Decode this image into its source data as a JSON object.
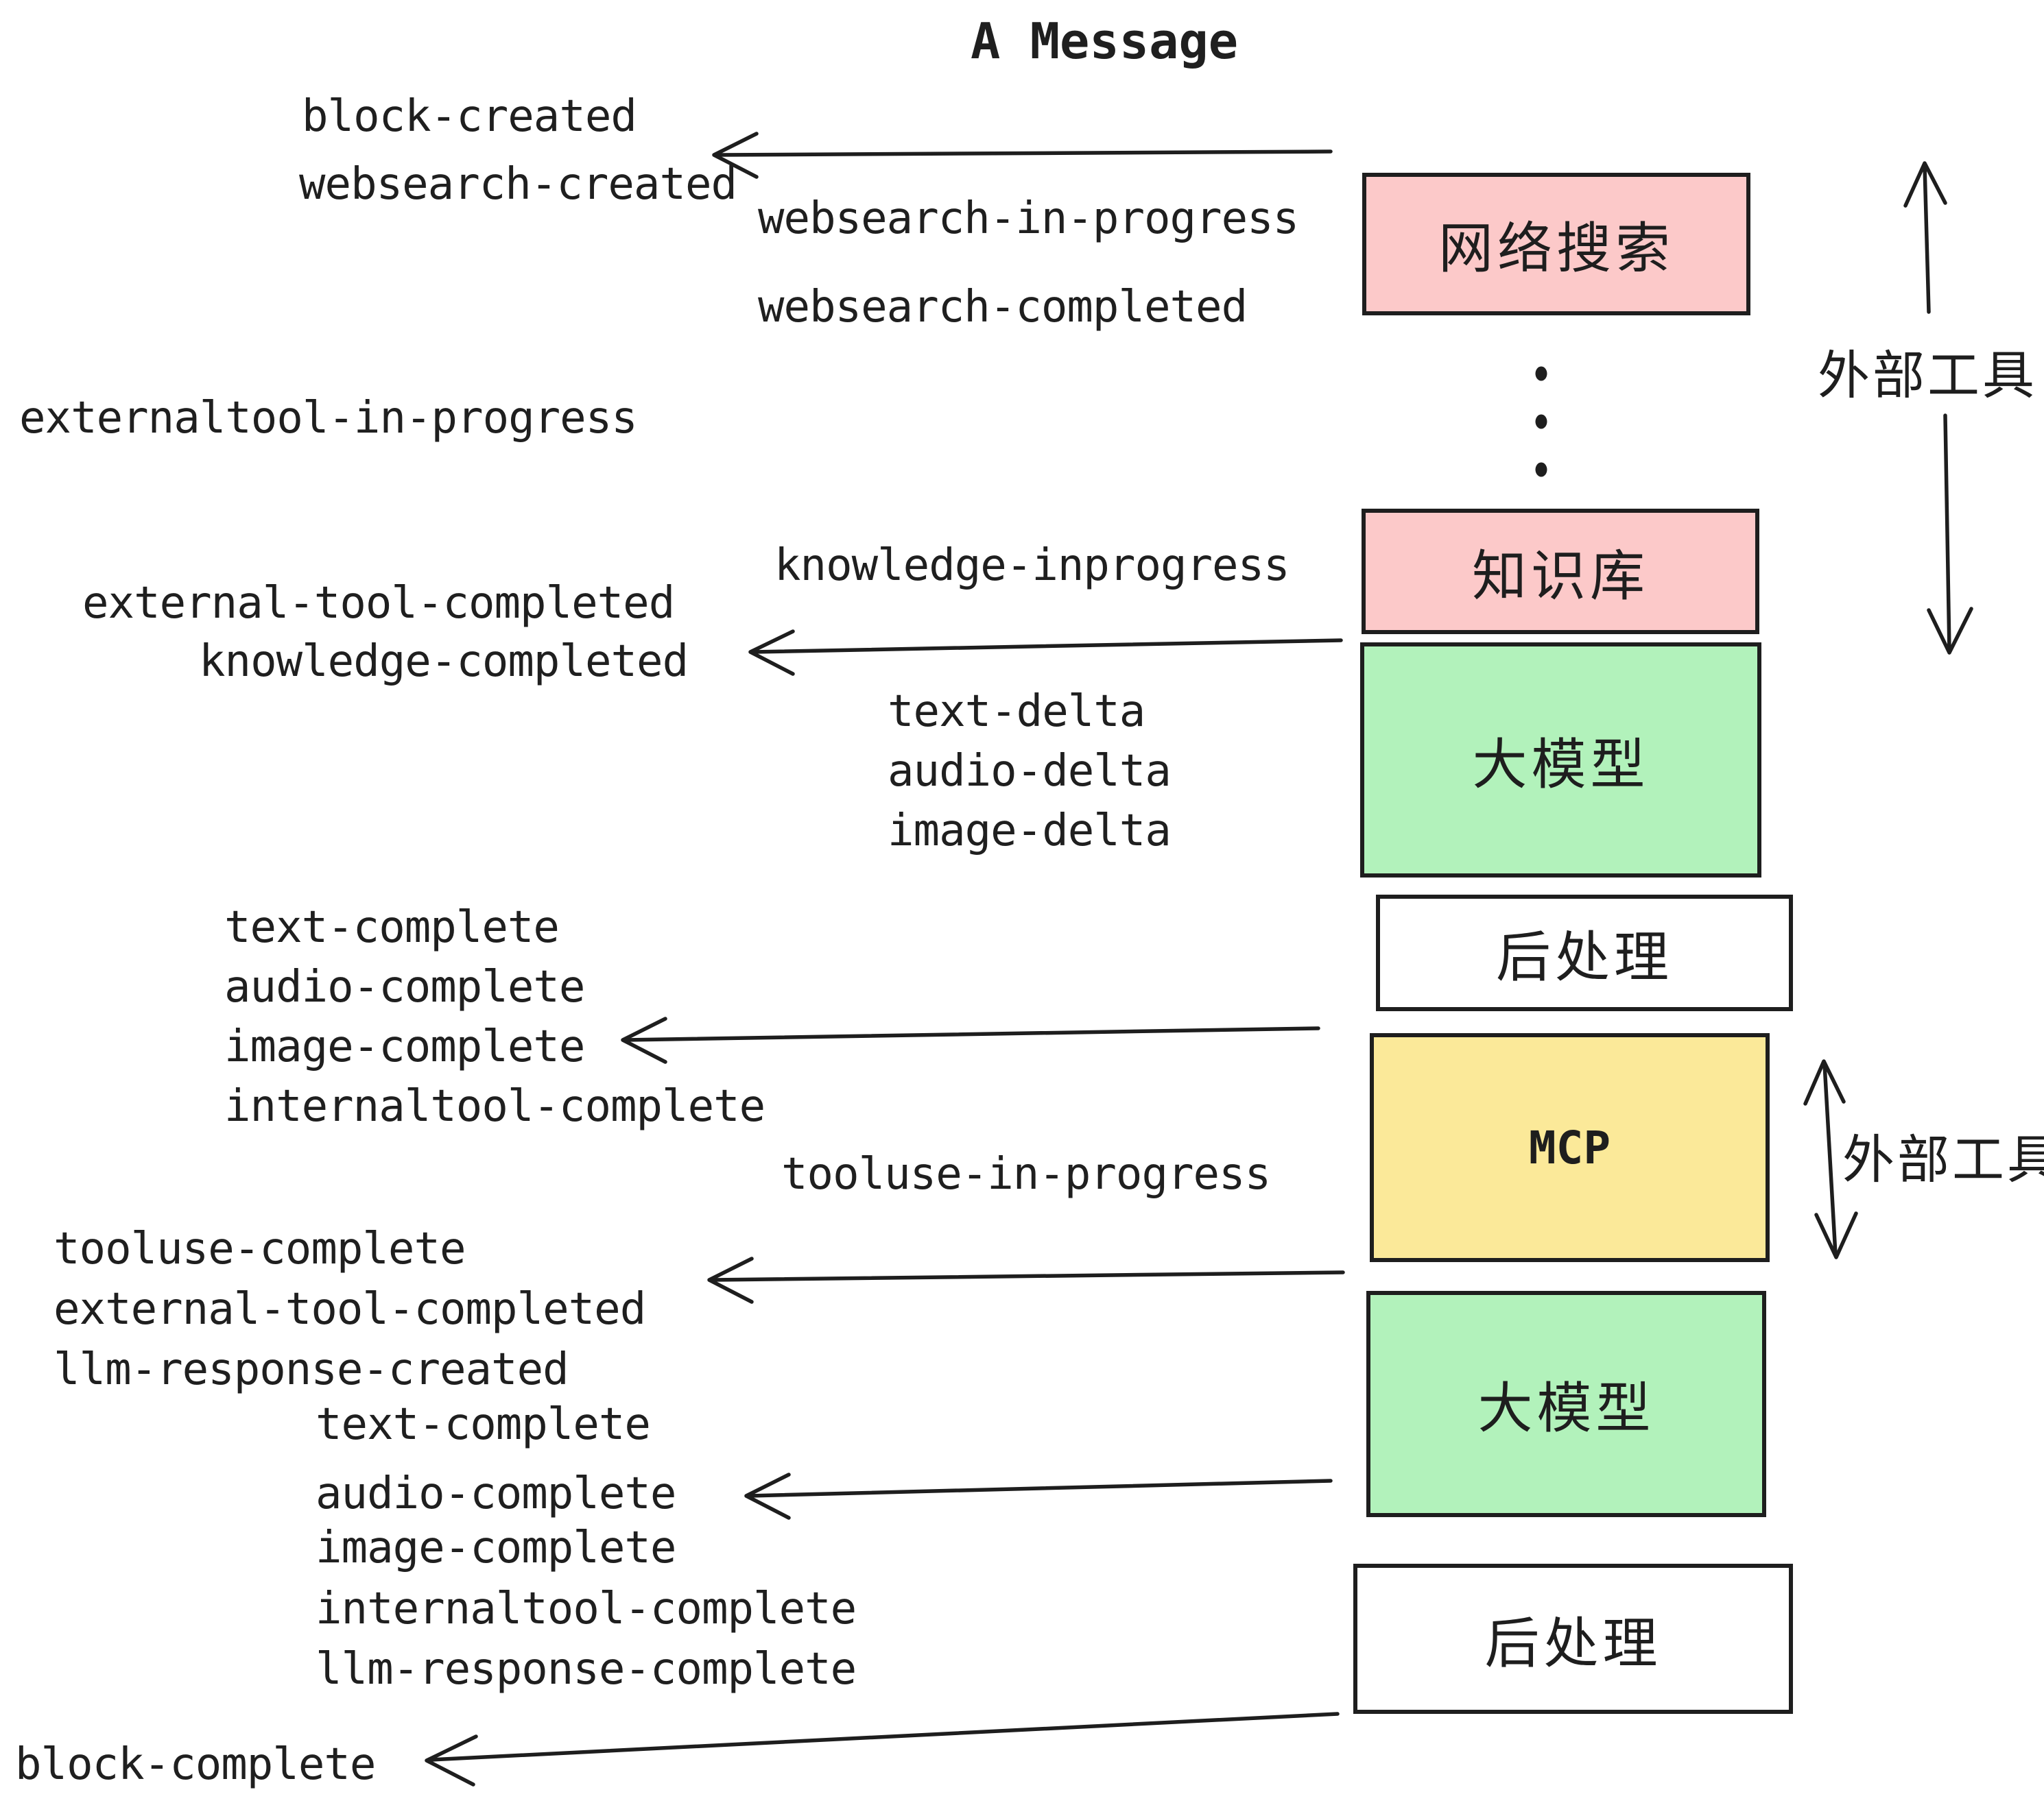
{
  "title": "A Message",
  "events": {
    "block_created": "block-created",
    "websearch_created": "websearch-created",
    "websearch_in_progress": "websearch-in-progress",
    "websearch_completed": "websearch-completed",
    "externaltool_in_progress": "externaltool-in-progress",
    "knowledge_inprogress": "knowledge-inprogress",
    "external_tool_completed": "external-tool-completed",
    "knowledge_completed": "knowledge-completed",
    "text_delta": "text-delta",
    "audio_delta": "audio-delta",
    "image_delta": "image-delta",
    "text_complete": "text-complete",
    "audio_complete": "audio-complete",
    "image_complete": "image-complete",
    "internaltool_complete": "internaltool-complete",
    "tooluse_in_progress": "tooluse-in-progress",
    "tooluse_complete": "tooluse-complete",
    "llm_response_created": "llm-response-created",
    "llm_response_complete": "llm-response-complete",
    "block_complete": "block-complete"
  },
  "boxes": {
    "websearch": "网络搜索",
    "knowledge": "知识库",
    "llm": "大模型",
    "post": "后处理",
    "mcp": "MCP"
  },
  "annotations": {
    "external_tools": "外部工具"
  },
  "colors": {
    "box_pink": "#fcc9c9",
    "box_green": "#b2f2bb",
    "box_yellow": "#fbe999",
    "box_white": "#ffffff",
    "stroke": "#1e1e1e"
  }
}
